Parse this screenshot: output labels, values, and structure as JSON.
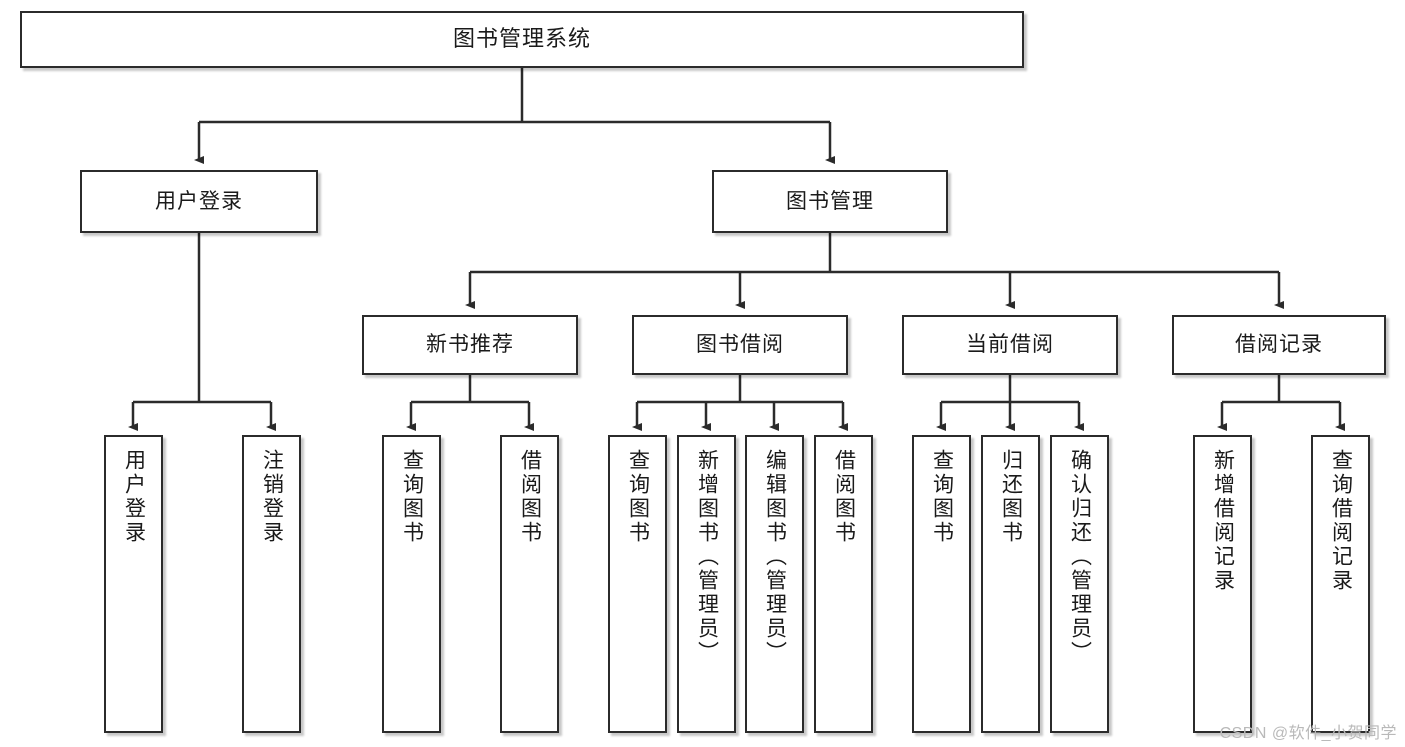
{
  "diagram": {
    "title": "图书管理系统",
    "watermark": "CSDN @软件_小贺同学",
    "root": {
      "label": "图书管理系统"
    },
    "level1": [
      {
        "label": "用户登录"
      },
      {
        "label": "图书管理"
      }
    ],
    "level2": [
      {
        "label": "新书推荐"
      },
      {
        "label": "图书借阅"
      },
      {
        "label": "当前借阅"
      },
      {
        "label": "借阅记录"
      }
    ],
    "leaves": [
      {
        "label": "用户登录"
      },
      {
        "label": "注销登录"
      },
      {
        "label": "查询图书"
      },
      {
        "label": "借阅图书"
      },
      {
        "label": "查询图书"
      },
      {
        "label": "新增图书（管理员）"
      },
      {
        "label": "编辑图书（管理员）"
      },
      {
        "label": "借阅图书"
      },
      {
        "label": "查询图书"
      },
      {
        "label": "归还图书"
      },
      {
        "label": "确认归还（管理员）"
      },
      {
        "label": "新增借阅记录"
      },
      {
        "label": "查询借阅记录"
      }
    ],
    "colors": {
      "border": "#2b2b2b",
      "text": "#1a1a1a",
      "background": "#ffffff",
      "watermark": "#b9b9b9"
    }
  }
}
